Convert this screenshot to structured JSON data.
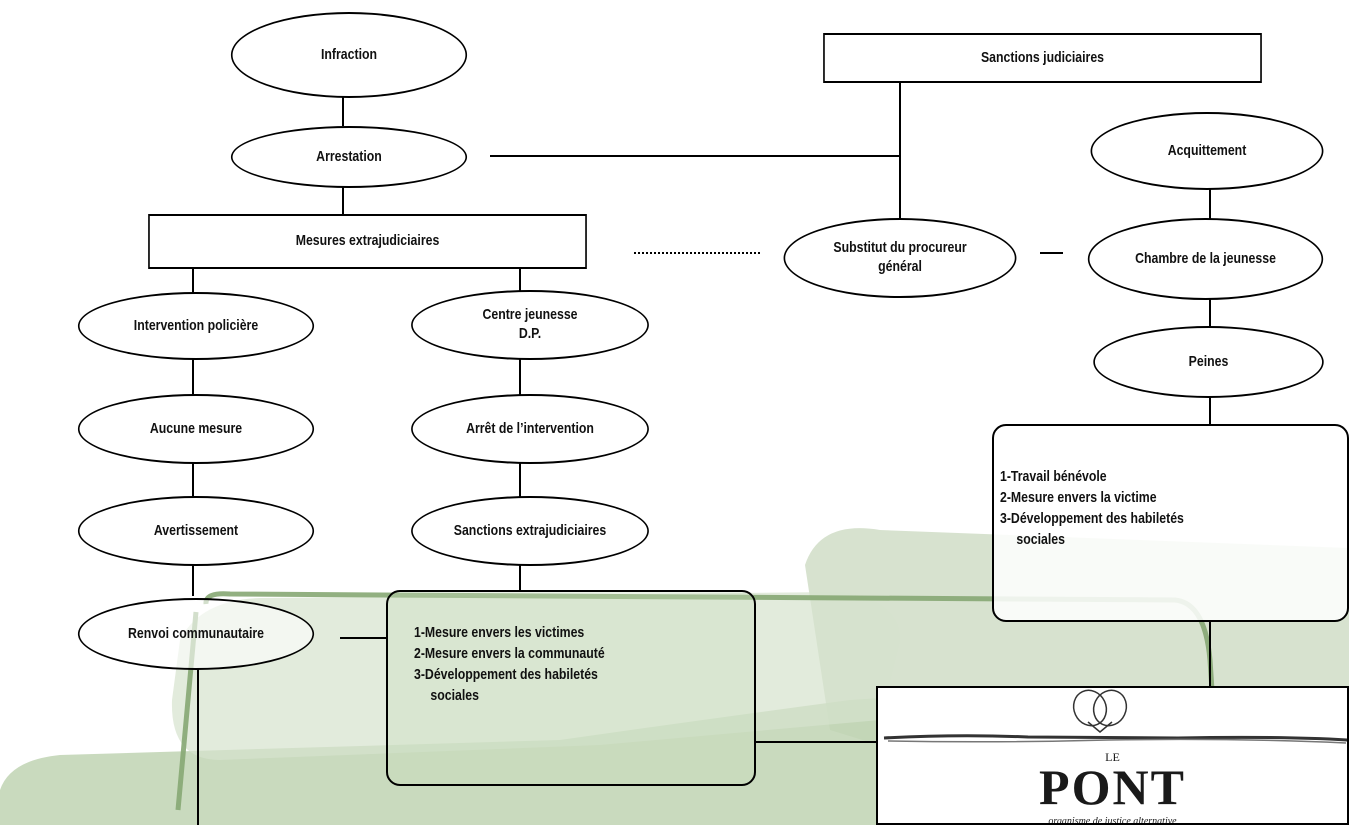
{
  "nodes": {
    "infraction": "Infraction",
    "arrestation": "Arrestation",
    "sanctions_judiciaires": "Sanctions judiciaires",
    "mesures_extrajudiciaires": "Mesures extrajudiciaires",
    "substitut_line1": "Substitut du procureur",
    "substitut_line2": "général",
    "acquittement": "Acquittement",
    "chambre_jeunesse": "Chambre de la jeunesse",
    "peines": "Peines",
    "intervention_policiere": "Intervention policière",
    "centre_jeunesse_line1": "Centre jeunesse",
    "centre_jeunesse_line2": "D.P.",
    "aucune_mesure": "Aucune mesure",
    "arret_intervention": "Arrêt de l’intervention",
    "avertissement": "Avertissement",
    "sanctions_extrajudiciaires": "Sanctions extrajudiciaires",
    "renvoi_communautaire": "Renvoi communautaire"
  },
  "extrajudiciaires_list": {
    "item1": "1-Mesure envers les victimes",
    "item2": "2-Mesure envers la communauté",
    "item3": "3-Développement des habiletés",
    "item3_cont": "sociales"
  },
  "peines_list": {
    "item1": "1-Travail bénévole",
    "item2": "2-Mesure envers la victime",
    "item3": "3-Développement des habiletés",
    "item3_cont": "sociales"
  },
  "logo": {
    "top": "LE",
    "word": "PONT",
    "tagline": "organisme de justice alternative"
  },
  "colors": {
    "line": "#000000",
    "green_light": "#c9d8bf",
    "green_mid": "#b3c9a6",
    "green_stroke": "#86a773"
  }
}
